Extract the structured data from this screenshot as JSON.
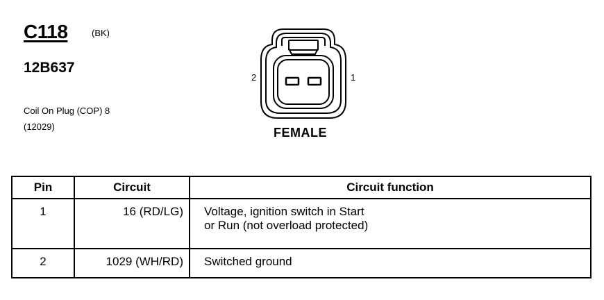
{
  "connector": {
    "id": "C118",
    "color": "(BK)",
    "part_number": "12B637",
    "description": "Coil On Plug (COP) 8",
    "component_code": "(12029)",
    "gender": "FEMALE",
    "pin_labels": {
      "left": "2",
      "right": "1"
    }
  },
  "table": {
    "headers": {
      "pin": "Pin",
      "circuit": "Circuit",
      "function": "Circuit function"
    },
    "rows": [
      {
        "pin": "1",
        "circuit": "16 (RD/LG)",
        "function_lines": [
          "Voltage, ignition switch in Start",
          "or Run (not overload protected)"
        ]
      },
      {
        "pin": "2",
        "circuit": "1029 (WH/RD)",
        "function_lines": [
          "Switched ground"
        ]
      }
    ]
  }
}
